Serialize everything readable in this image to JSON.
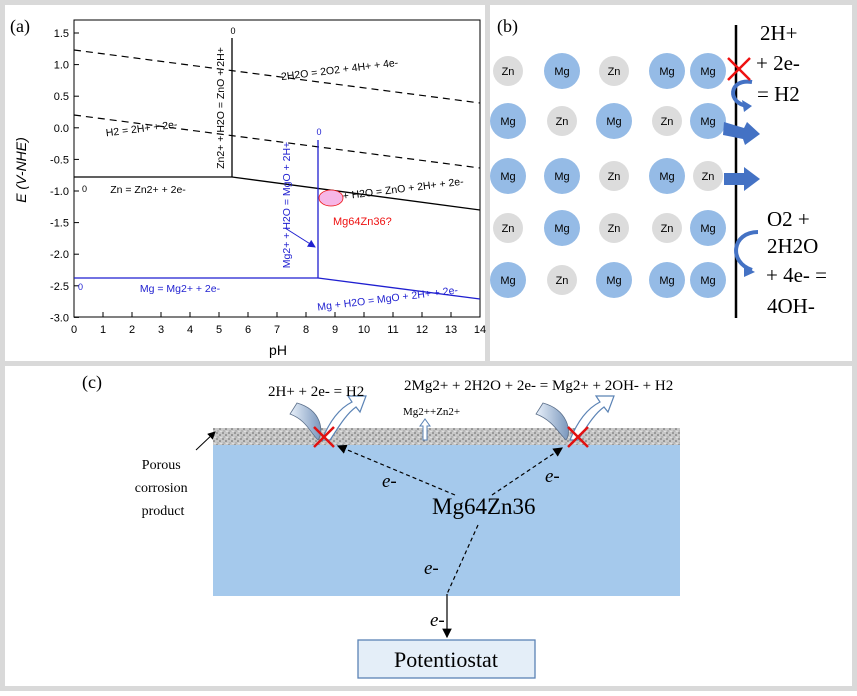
{
  "panel_a": {
    "label": "(a)",
    "xlabel": "pH",
    "ylabel": "E (V-NHE)",
    "x_ticks": [
      "0",
      "1",
      "2",
      "3",
      "4",
      "5",
      "6",
      "7",
      "8",
      "9",
      "10",
      "11",
      "12",
      "13",
      "14"
    ],
    "y_ticks": [
      "1.5",
      "1.0",
      "0.5",
      "0.0",
      "-0.5",
      "-1.0",
      "-1.5",
      "-2.0",
      "-2.5",
      "-3.0"
    ],
    "lines": {
      "o2_label": "2H2O = 2O2 + 4H+ + 4e-",
      "h2_label": "H2 = 2H+ + 2e-",
      "zn_label": "Zn = Zn2+ + 2e-",
      "zn_h2o_label": "Zn + H2O = ZnO + 2H+ + 2e-",
      "zn2_label": "Zn2+ + H2O = ZnO + 2H+",
      "mg_label": "Mg = Mg2+ + 2e-",
      "mg_h2o_label": "Mg + H2O = MgO + 2H+ + 2e-",
      "mg2_label": "Mg2+ + H2O = MgO + 2H+",
      "zero_zn_left": "0",
      "zero_zn_top": "0",
      "zero_mg_left": "0",
      "zero_mg_top": "0"
    },
    "marker_label": "Mg64Zn36?",
    "colors": {
      "zn": "#000000",
      "mg": "#1f1fd0",
      "marker": "#ee1111",
      "marker_fill": "#f6b6e6"
    }
  },
  "panel_b": {
    "label": "(b)",
    "grid": [
      [
        "Zn",
        "Mg",
        "Zn",
        "Mg",
        "Mg"
      ],
      [
        "Mg",
        "Zn",
        "Mg",
        "Zn",
        "Mg"
      ],
      [
        "Mg",
        "Mg",
        "Zn",
        "Mg",
        "Zn"
      ],
      [
        "Zn",
        "Mg",
        "Zn",
        "Zn",
        "Mg"
      ],
      [
        "Mg",
        "Zn",
        "Mg",
        "Mg",
        "Mg"
      ]
    ],
    "reaction_h": [
      "2H+",
      "+ 2e-",
      "= H2"
    ],
    "reaction_o": [
      "O2 +",
      "2H2O",
      "+ 4e- =",
      "4OH-"
    ],
    "colors": {
      "mg": "#95bbe6",
      "zn": "#dcdcdc",
      "arrow": "#4472c4"
    }
  },
  "panel_c": {
    "label": "(c)",
    "reaction_left": "2H+ + 2e- = H2",
    "reaction_right": "2Mg2+ + 2H2O + 2e- = Mg2+ + 2OH- + H2",
    "ions": "Mg2++Zn2+",
    "corrosion_label": [
      "Porous",
      "corrosion",
      "product"
    ],
    "alloy": "Mg64Zn36",
    "electron": "e-",
    "potentiostat": "Potentiostat",
    "colors": {
      "substrate": "#a5c9ec",
      "box": "#e4eef8",
      "box_border": "#5b83b5",
      "cross": "#e11111"
    }
  }
}
